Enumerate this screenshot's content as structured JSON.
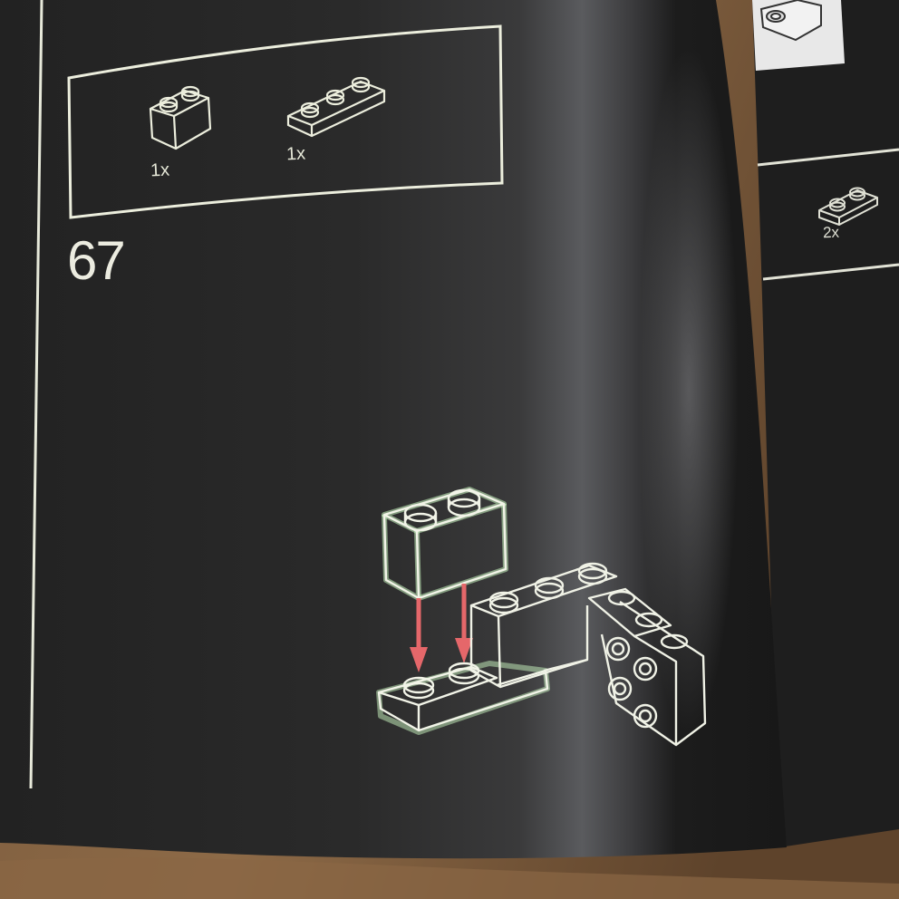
{
  "instruction_page": {
    "step_number": "67",
    "parts_callout": {
      "items": [
        {
          "part": "brick-1x2",
          "quantity": "1x"
        },
        {
          "part": "plate-1x3",
          "quantity": "1x"
        }
      ]
    },
    "next_page_callout": {
      "items": [
        {
          "part": "plate-1x2",
          "quantity": "2x"
        }
      ]
    },
    "colors": {
      "page": "#262626",
      "line_art": "#eef0e2",
      "highlight": "#c9f5c0",
      "arrow": "#e5676a",
      "table": "#6b4e34"
    }
  }
}
